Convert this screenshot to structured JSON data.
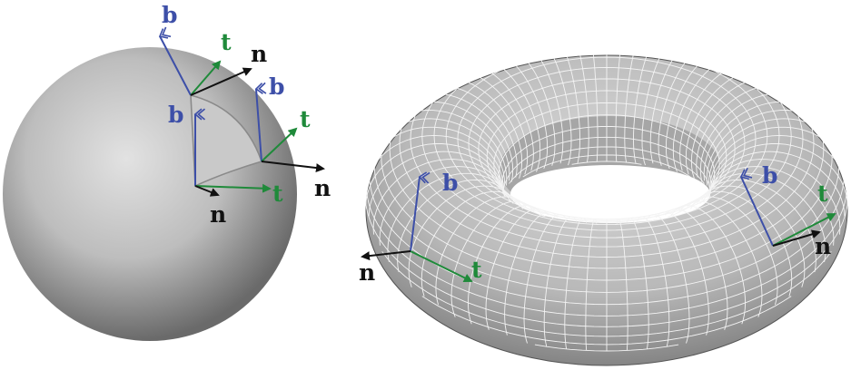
{
  "colors": {
    "b": "#3d4fa8",
    "t": "#1f8a3a",
    "n": "#111111",
    "surface_light": "#d6d6d6",
    "surface_dark": "#6e6e6e",
    "mesh": "#f4f4f4"
  },
  "sphere": {
    "frames": [
      {
        "t": "t",
        "n": "n",
        "b": "b"
      },
      {
        "t": "t",
        "n": "n",
        "b": "b"
      },
      {
        "t": "t",
        "n": "n",
        "b": "b"
      }
    ]
  },
  "torus": {
    "frames": [
      {
        "t": "t",
        "n": "n",
        "b": "b"
      },
      {
        "t": "t",
        "n": "n",
        "b": "b"
      }
    ]
  }
}
